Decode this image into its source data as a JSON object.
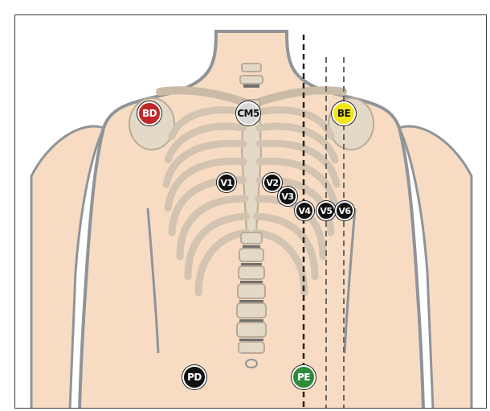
{
  "electrodes": [
    {
      "id": "bd",
      "label": "BD",
      "color": "#c0282b",
      "text_color": "#ffffff"
    },
    {
      "id": "cm5",
      "label": "CM5",
      "color": "#d9d9d9",
      "text_color": "#111111"
    },
    {
      "id": "be",
      "label": "BE",
      "color": "#f2e61a",
      "text_color": "#111111"
    },
    {
      "id": "v1",
      "label": "V1",
      "color": "#111111",
      "text_color": "#ffffff"
    },
    {
      "id": "v2",
      "label": "V2",
      "color": "#111111",
      "text_color": "#ffffff"
    },
    {
      "id": "v3",
      "label": "V3",
      "color": "#111111",
      "text_color": "#ffffff"
    },
    {
      "id": "v4",
      "label": "V4",
      "color": "#111111",
      "text_color": "#ffffff"
    },
    {
      "id": "v5",
      "label": "V5",
      "color": "#111111",
      "text_color": "#ffffff"
    },
    {
      "id": "v6",
      "label": "V6",
      "color": "#111111",
      "text_color": "#ffffff"
    },
    {
      "id": "pd",
      "label": "PD",
      "color": "#111111",
      "text_color": "#ffffff"
    },
    {
      "id": "pe",
      "label": "PE",
      "color": "#2e8b3a",
      "text_color": "#ffffff"
    }
  ],
  "colors": {
    "skin": "#f7dcc3",
    "outline": "#8f9499",
    "bone": "#e4d8c6",
    "bone_shadow": "#b9ab97",
    "guide_line": "#222222"
  }
}
